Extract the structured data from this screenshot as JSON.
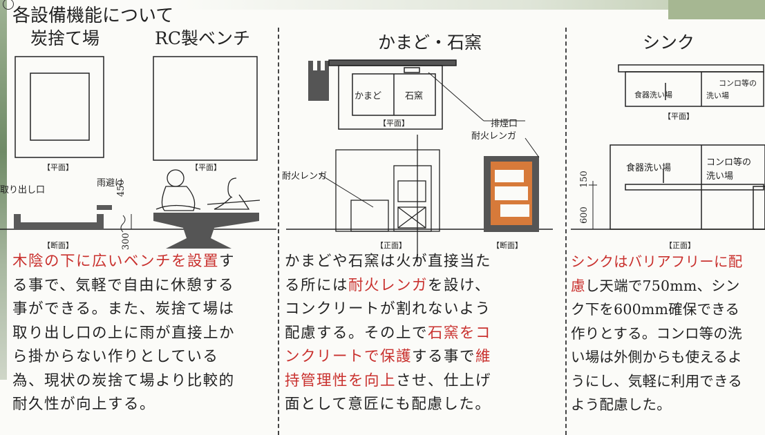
{
  "section": {
    "heading": "各設備機能について"
  },
  "col1": {
    "title_ash": "炭捨て場",
    "title_bench": "RC製ベンチ",
    "label_plan_left": "【平面】",
    "label_plan_right": "【平面】",
    "label_section": "【断面】",
    "label_outlet": "取り出し口",
    "label_cover": "雨避け",
    "dim_450": "450",
    "dim_300": "300",
    "text_lines": [
      [
        {
          "t": "木陰の下に広いベンチを設置",
          "hl": true
        },
        {
          "t": "す",
          "hl": false
        }
      ],
      [
        {
          "t": "る事で、気軽で自由に休憩する",
          "hl": false
        }
      ],
      [
        {
          "t": "事ができる。また、炭捨て場は",
          "hl": false
        }
      ],
      [
        {
          "t": "取り出し口の上に雨が直接上か",
          "hl": false
        }
      ],
      [
        {
          "t": "ら掛からない作りとしている",
          "hl": false
        }
      ],
      [
        {
          "t": "為、現状の炭捨て場より比較的",
          "hl": false
        }
      ],
      [
        {
          "t": "耐久性が向上する。",
          "hl": false
        }
      ]
    ]
  },
  "col2": {
    "title": "かまど・石窯",
    "label_kamado": "かまど",
    "label_ishigama": "石窯",
    "label_plan": "【平面】",
    "label_flue": "排煙口",
    "label_firebrick_right": "耐火レンガ",
    "label_firebrick_left": "耐火レンガ",
    "label_front": "【正面】",
    "label_section": "【断面】",
    "text_lines": [
      [
        {
          "t": "かまどや石窯は火が直接当た",
          "hl": false
        }
      ],
      [
        {
          "t": "る所には",
          "hl": false
        },
        {
          "t": "耐火レンガ",
          "hl": true
        },
        {
          "t": "を設け、",
          "hl": false
        }
      ],
      [
        {
          "t": "コンクリートが割れないよう",
          "hl": false
        }
      ],
      [
        {
          "t": "配慮する。その上で",
          "hl": false
        },
        {
          "t": "石窯をコ",
          "hl": true
        }
      ],
      [
        {
          "t": "ンクリートで保護",
          "hl": true
        },
        {
          "t": "する事で",
          "hl": false
        },
        {
          "t": "維",
          "hl": true
        }
      ],
      [
        {
          "t": "持管理性を向上",
          "hl": true
        },
        {
          "t": "させ、仕上げ",
          "hl": false
        }
      ],
      [
        {
          "t": "面として意匠にも配慮した。",
          "hl": false
        }
      ]
    ]
  },
  "col3": {
    "title": "シンク",
    "label_dish_plan": "食器洗い場",
    "label_stove_plan_1": "コンロ等の",
    "label_stove_plan_2": "洗い場",
    "label_plan": "【平面】",
    "label_dish_front": "食器洗い場",
    "label_stove_front_1": "コンロ等の",
    "label_stove_front_2": "洗い場",
    "dim_600": "600",
    "dim_150": "150",
    "label_front": "【正面】",
    "text_lines": [
      [
        {
          "t": "シンクはバリアフリーに配",
          "hl": true
        }
      ],
      [
        {
          "t": "慮",
          "hl": true
        },
        {
          "t": "し天端で750mm、シン",
          "hl": false
        }
      ],
      [
        {
          "t": "ク下を600mm確保できる",
          "hl": false
        }
      ],
      [
        {
          "t": "作りとする。コンロ等の洗",
          "hl": false
        }
      ],
      [
        {
          "t": "い場は外側からも使えるよ",
          "hl": false
        }
      ],
      [
        {
          "t": "うにし、気軽に利用できる",
          "hl": false
        }
      ],
      [
        {
          "t": "よう配慮した。",
          "hl": false
        }
      ]
    ]
  }
}
